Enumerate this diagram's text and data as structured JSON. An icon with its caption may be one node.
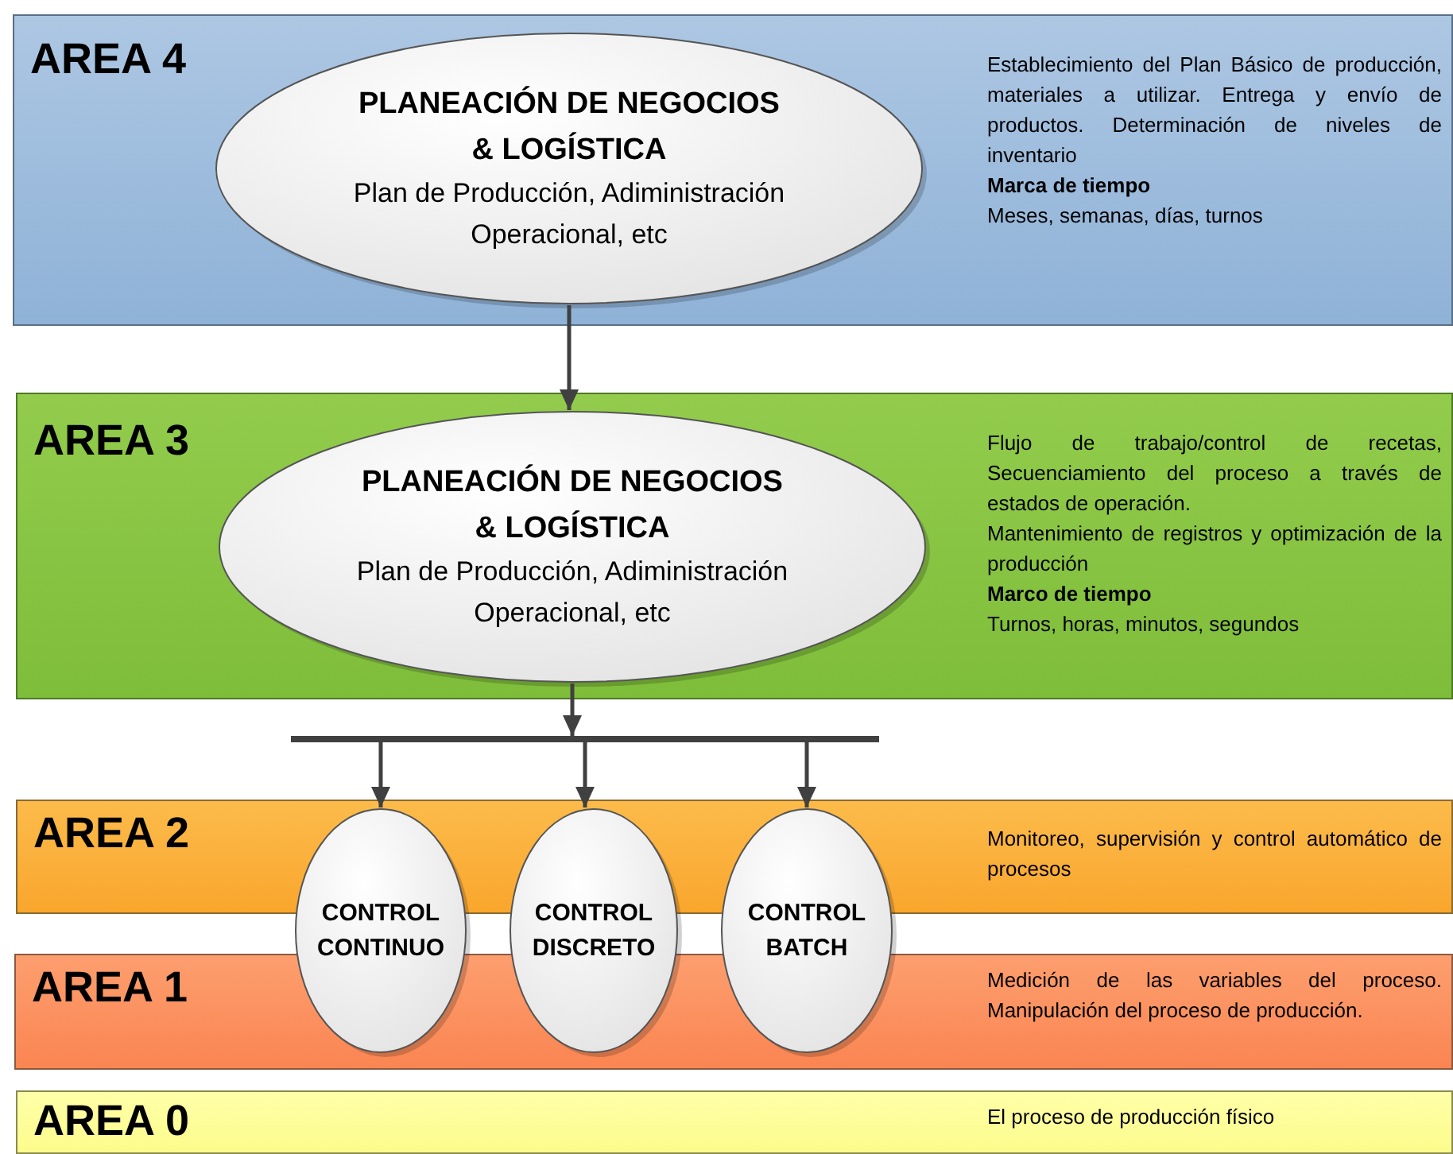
{
  "diagram": {
    "nodes": [
      {
        "text": [
          "AREA 4",
          "Establecimiento del Plan Básico de producción, materiales a utilizar. Entrega y envío de productos. Determinación de niveles de inventario",
          "Marca de tiempo",
          "Meses, semanas, días, turnos"
        ]
      },
      {
        "text": [
          "PLANEACIÓN DE NEGOCIOS & LOGÍSTICA",
          "Plan de Producción, Adiministración Operacional, etc"
        ],
        "in": 0
      },
      {
        "text": [
          "AREA 3",
          "Flujo de trabajo/control de recetas, Secuenciamiento del proceso a través de estados de operación.",
          "Mantenimiento de registros y optimización de la producción",
          "Marco de tiempo",
          "Turnos, horas, minutos, segundos"
        ]
      },
      {
        "text": [
          "PLANEACIÓN DE NEGOCIOS & LOGÍSTICA",
          "Plan de Producción, Adiministración Operacional, etc"
        ],
        "in": 2
      },
      {
        "text": [],
        "shape": "bar"
      },
      {
        "text": [
          "AREA 2",
          "Monitoreo, supervisión y control automático de procesos"
        ]
      },
      {
        "text": [
          "AREA 1",
          "Medición de las variables del proceso. Manipulación del proceso de producción."
        ]
      },
      {
        "text": [
          "CONTROL CONTINUO"
        ]
      },
      {
        "text": [
          "CONTROL DISCRETO"
        ]
      },
      {
        "text": [
          "CONTROL BATCH"
        ]
      },
      {
        "text": [
          "AREA 0",
          "El proceso de producción físico"
        ]
      }
    ],
    "edges": [
      {
        "from": 1,
        "to": 3,
        "arrow": "to"
      },
      {
        "from": 3,
        "to": 4,
        "arrow": "to"
      },
      {
        "from": 4,
        "to": 7,
        "arrow": "to"
      },
      {
        "from": 4,
        "to": 8,
        "arrow": "to"
      },
      {
        "from": 4,
        "to": 9,
        "arrow": "to"
      }
    ]
  }
}
